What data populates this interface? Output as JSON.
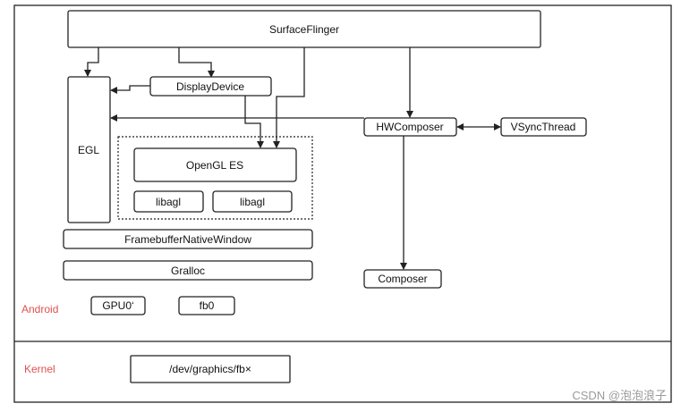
{
  "diagram": {
    "nodes": {
      "surfaceflinger": "SurfaceFlinger",
      "displaydevice": "DisplayDevice",
      "egl": "EGL",
      "hwcomposer": "HWComposer",
      "vsyncthread": "VSyncThread",
      "opengl_es": "OpenGL ES",
      "libagl_1": "libagl",
      "libagl_2": "libagl",
      "framebuffer_native_window": "FramebufferNativeWindow",
      "gralloc": "Gralloc",
      "composer": "Composer",
      "gpu0": "GPU0‘",
      "fb0": "fb0",
      "dev_graphics_fb": "/dev/graphics/fb×"
    },
    "layers": {
      "android": "Android",
      "kernel": "Kernel"
    },
    "watermark": "CSDN @泡泡浪子"
  },
  "colors": {
    "line": "#222222",
    "layer_label": "#e05050",
    "watermark": "#9a9a9a"
  }
}
